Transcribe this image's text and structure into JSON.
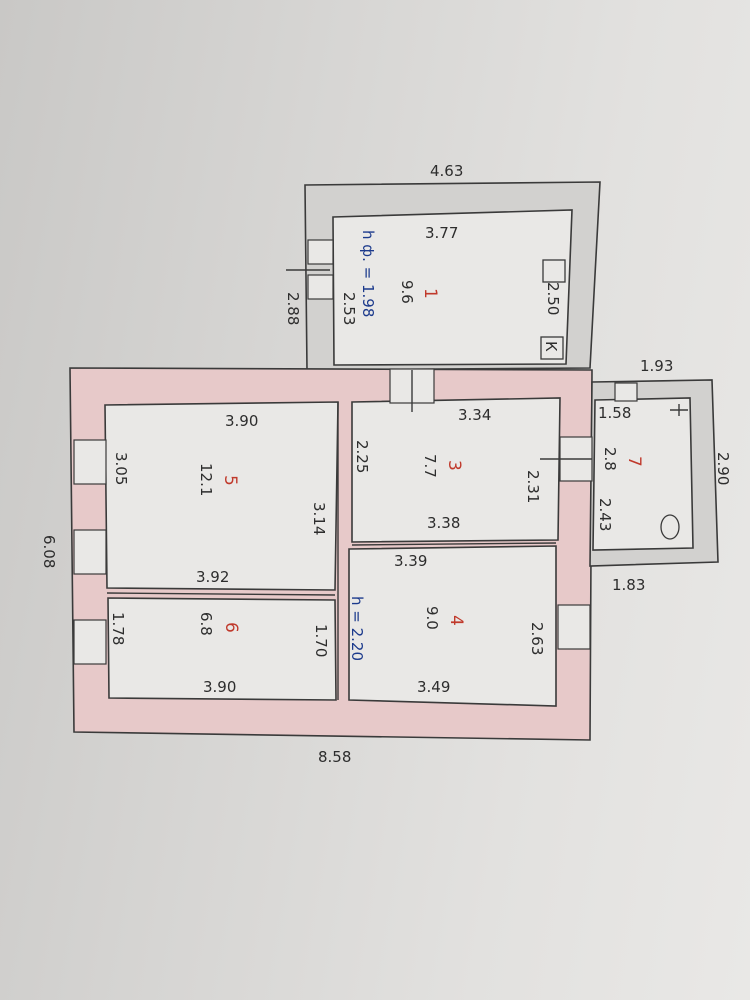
{
  "dimensions": {
    "top_width": "4.63",
    "top_inner": "3.77",
    "annex_outer_height": "2.88",
    "annex_inner_height": "2.53",
    "annex_right": "2.50",
    "room5_top": "3.90",
    "room5_left": "3.05",
    "room5_right": "3.14",
    "room3_top": "3.34",
    "room3_left": "2.25",
    "room3_right": "2.31",
    "room3_bottom": "3.38",
    "room4_top": "3.39",
    "room4_right": "2.63",
    "room4_bottom": "3.49",
    "partition": "3.92",
    "room6_left": "1.78",
    "room6_right": "1.70",
    "room6_bottom": "3.90",
    "bath_top": "1.93",
    "bath_inner_top": "1.58",
    "bath_height": "2.90",
    "bath_inner_right": "2.43",
    "bath_bottom": "1.83",
    "total_height": "6.08",
    "total_width": "8.58"
  },
  "rooms": [
    {
      "num": "1",
      "area": "9.6"
    },
    {
      "num": "3",
      "area": "7.7"
    },
    {
      "num": "4",
      "area": "9.0"
    },
    {
      "num": "5",
      "area": "12.1"
    },
    {
      "num": "6",
      "area": "6.8"
    },
    {
      "num": "7",
      "area": "2.8"
    }
  ],
  "notes": {
    "annex_height_note": "h ф. = 1.98",
    "room4_height_note": "h = 2.20",
    "stove_mark": "К"
  }
}
